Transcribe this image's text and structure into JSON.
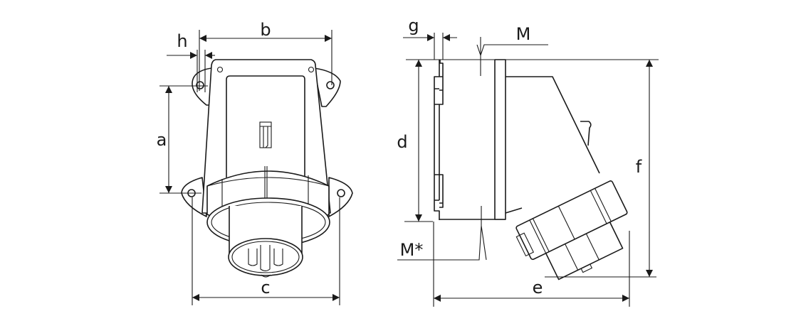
{
  "title": "Surface-mounted angled socket dimensional drawing",
  "front_view": {
    "labels": {
      "a": "a",
      "b": "b",
      "c": "c",
      "h": "h"
    }
  },
  "side_view": {
    "labels": {
      "d": "d",
      "e": "e",
      "f": "f",
      "g": "g",
      "m": "M",
      "m_star": "M*"
    }
  }
}
